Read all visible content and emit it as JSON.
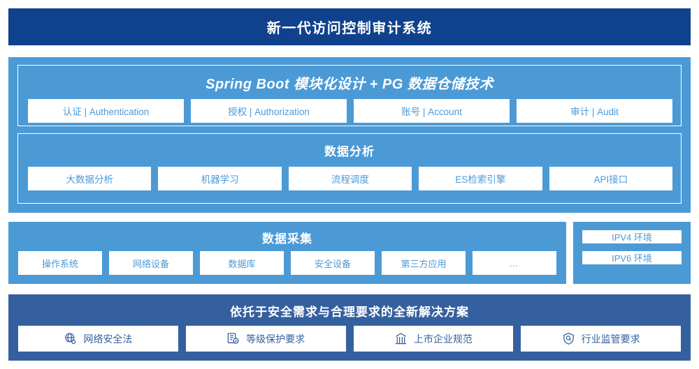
{
  "header": {
    "title": "新一代访问控制审计系统"
  },
  "application_layer": {
    "spring": {
      "title": "Spring Boot 模块化设计 + PG 数据仓储技术",
      "cards": [
        {
          "label": "认证 | Authentication"
        },
        {
          "label": "授权 | Authorization"
        },
        {
          "label": "账号 | Account"
        },
        {
          "label": "审计 | Audit"
        }
      ]
    },
    "analysis": {
      "title": "数据分析",
      "cards": [
        {
          "label": "大数据分析"
        },
        {
          "label": "机器学习"
        },
        {
          "label": "流程调度"
        },
        {
          "label": "ES检索引擎"
        },
        {
          "label": "API接口"
        }
      ]
    }
  },
  "collection_layer": {
    "title": "数据采集",
    "cards": [
      {
        "label": "操作系统"
      },
      {
        "label": "网络设备"
      },
      {
        "label": "数据库"
      },
      {
        "label": "安全设备"
      },
      {
        "label": "第三方应用"
      },
      {
        "label": "…"
      }
    ]
  },
  "environment_panel": {
    "cards": [
      {
        "label": "IPV4 环境"
      },
      {
        "label": "IPV6 环境"
      }
    ]
  },
  "solution_layer": {
    "title": "依托于安全需求与合理要求的全新解决方案",
    "cards": [
      {
        "label": "网络安全法",
        "icon": "globe-network-icon"
      },
      {
        "label": "等级保护要求",
        "icon": "document-check-icon"
      },
      {
        "label": "上市企业规范",
        "icon": "bank-building-icon"
      },
      {
        "label": "行业监管要求",
        "icon": "shield-search-icon"
      }
    ]
  },
  "colors": {
    "header_blue": "#10418c",
    "panel_blue": "#4b9ad6",
    "solution_blue": "#35609f",
    "card_white": "#ffffff"
  }
}
